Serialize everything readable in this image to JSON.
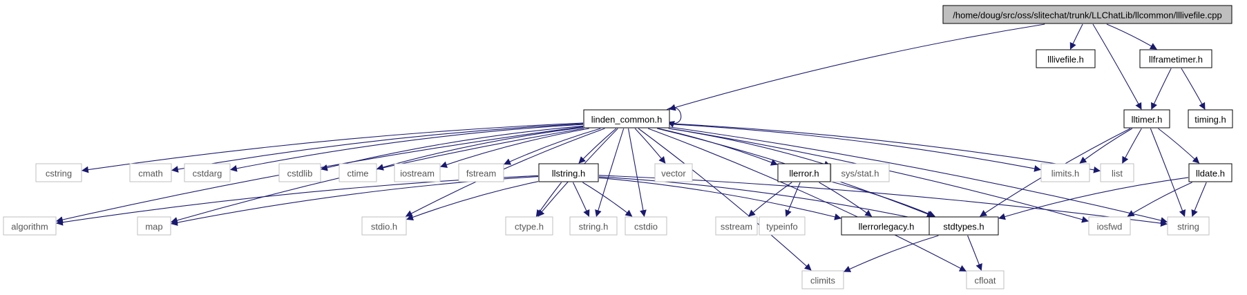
{
  "colors": {
    "edge": "#191970",
    "root_fill": "#bfbfbf",
    "external_border": "#bfbfbf",
    "documented_border": "#000000"
  },
  "nodes": [
    {
      "id": "root",
      "label": "/home/doug/src/oss/slitechat/trunk/LLChatLib/llcommon/lllivefile.cpp",
      "kind": "root"
    },
    {
      "id": "lllivefile_h",
      "label": "lllivefile.h",
      "kind": "documented"
    },
    {
      "id": "llframetimer_h",
      "label": "llframetimer.h",
      "kind": "documented"
    },
    {
      "id": "linden_common_h",
      "label": "linden_common.h",
      "kind": "documented"
    },
    {
      "id": "lltimer_h",
      "label": "lltimer.h",
      "kind": "documented"
    },
    {
      "id": "timing_h",
      "label": "timing.h",
      "kind": "documented"
    },
    {
      "id": "cstring",
      "label": "cstring",
      "kind": "external"
    },
    {
      "id": "cmath",
      "label": "cmath",
      "kind": "external"
    },
    {
      "id": "cstdarg",
      "label": "cstdarg",
      "kind": "external"
    },
    {
      "id": "cstdlib",
      "label": "cstdlib",
      "kind": "external"
    },
    {
      "id": "ctime",
      "label": "ctime",
      "kind": "external"
    },
    {
      "id": "iostream",
      "label": "iostream",
      "kind": "external"
    },
    {
      "id": "fstream",
      "label": "fstream",
      "kind": "external"
    },
    {
      "id": "llstring_h",
      "label": "llstring.h",
      "kind": "documented"
    },
    {
      "id": "vector",
      "label": "vector",
      "kind": "external"
    },
    {
      "id": "llerror_h",
      "label": "llerror.h",
      "kind": "documented"
    },
    {
      "id": "sys_stat_h",
      "label": "sys/stat.h",
      "kind": "external"
    },
    {
      "id": "limits_h",
      "label": "limits.h",
      "kind": "external"
    },
    {
      "id": "list",
      "label": "list",
      "kind": "external"
    },
    {
      "id": "lldate_h",
      "label": "lldate.h",
      "kind": "documented"
    },
    {
      "id": "algorithm",
      "label": "algorithm",
      "kind": "external"
    },
    {
      "id": "map",
      "label": "map",
      "kind": "external"
    },
    {
      "id": "stdio_h",
      "label": "stdio.h",
      "kind": "external"
    },
    {
      "id": "ctype_h",
      "label": "ctype.h",
      "kind": "external"
    },
    {
      "id": "string_h",
      "label": "string.h",
      "kind": "external"
    },
    {
      "id": "cstdio",
      "label": "cstdio",
      "kind": "external"
    },
    {
      "id": "sstream",
      "label": "sstream",
      "kind": "external"
    },
    {
      "id": "typeinfo",
      "label": "typeinfo",
      "kind": "external"
    },
    {
      "id": "llerrorlegacy_h",
      "label": "llerrorlegacy.h",
      "kind": "documented"
    },
    {
      "id": "stdtypes_h",
      "label": "stdtypes.h",
      "kind": "documented"
    },
    {
      "id": "iosfwd",
      "label": "iosfwd",
      "kind": "external"
    },
    {
      "id": "string",
      "label": "string",
      "kind": "external"
    },
    {
      "id": "climits",
      "label": "climits",
      "kind": "external"
    },
    {
      "id": "cfloat",
      "label": "cfloat",
      "kind": "external"
    }
  ],
  "edges": [
    [
      "root",
      "linden_common_h"
    ],
    [
      "root",
      "lllivefile_h"
    ],
    [
      "root",
      "llframetimer_h"
    ],
    [
      "root",
      "lltimer_h"
    ],
    [
      "llframetimer_h",
      "lltimer_h"
    ],
    [
      "llframetimer_h",
      "timing_h"
    ],
    [
      "linden_common_h",
      "linden_common_h"
    ],
    [
      "linden_common_h",
      "cstring"
    ],
    [
      "linden_common_h",
      "cmath"
    ],
    [
      "linden_common_h",
      "cstdarg"
    ],
    [
      "linden_common_h",
      "cstdlib"
    ],
    [
      "linden_common_h",
      "ctime"
    ],
    [
      "linden_common_h",
      "iostream"
    ],
    [
      "linden_common_h",
      "fstream"
    ],
    [
      "linden_common_h",
      "llstring_h"
    ],
    [
      "linden_common_h",
      "vector"
    ],
    [
      "linden_common_h",
      "llerror_h"
    ],
    [
      "linden_common_h",
      "sys_stat_h"
    ],
    [
      "linden_common_h",
      "limits_h"
    ],
    [
      "linden_common_h",
      "list"
    ],
    [
      "linden_common_h",
      "algorithm"
    ],
    [
      "linden_common_h",
      "map"
    ],
    [
      "linden_common_h",
      "stdio_h"
    ],
    [
      "linden_common_h",
      "ctype_h"
    ],
    [
      "linden_common_h",
      "string_h"
    ],
    [
      "linden_common_h",
      "cstdio"
    ],
    [
      "linden_common_h",
      "stdtypes_h"
    ],
    [
      "linden_common_h",
      "iosfwd"
    ],
    [
      "linden_common_h",
      "string"
    ],
    [
      "linden_common_h",
      "climits"
    ],
    [
      "linden_common_h",
      "cfloat"
    ],
    [
      "lltimer_h",
      "limits_h"
    ],
    [
      "lltimer_h",
      "list"
    ],
    [
      "lltimer_h",
      "lldate_h"
    ],
    [
      "lltimer_h",
      "stdtypes_h"
    ],
    [
      "lltimer_h",
      "string"
    ],
    [
      "llstring_h",
      "algorithm"
    ],
    [
      "llstring_h",
      "map"
    ],
    [
      "llstring_h",
      "stdio_h"
    ],
    [
      "llstring_h",
      "ctype_h"
    ],
    [
      "llstring_h",
      "string_h"
    ],
    [
      "llstring_h",
      "cstdio"
    ],
    [
      "llstring_h",
      "stdtypes_h"
    ],
    [
      "llstring_h",
      "llerrorlegacy_h"
    ],
    [
      "llstring_h",
      "string"
    ],
    [
      "llerror_h",
      "sstream"
    ],
    [
      "llerror_h",
      "typeinfo"
    ],
    [
      "llerror_h",
      "llerrorlegacy_h"
    ],
    [
      "llerror_h",
      "stdtypes_h"
    ],
    [
      "lldate_h",
      "stdtypes_h"
    ],
    [
      "lldate_h",
      "iosfwd"
    ],
    [
      "lldate_h",
      "string"
    ],
    [
      "stdtypes_h",
      "climits"
    ],
    [
      "stdtypes_h",
      "cfloat"
    ]
  ]
}
